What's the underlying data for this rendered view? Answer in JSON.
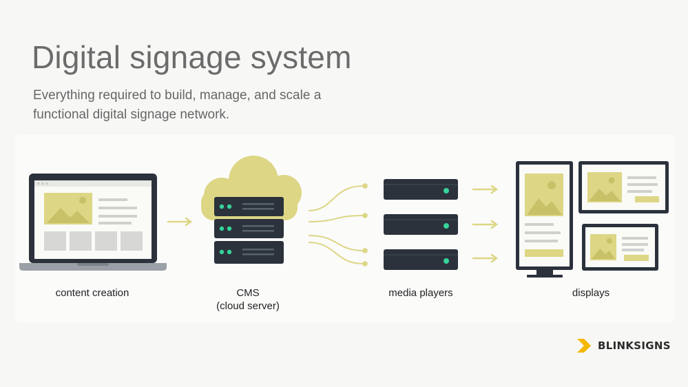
{
  "header": {
    "title": "Digital signage system",
    "subtitle": "Everything required to build, manage, and scale a functional digital signage network."
  },
  "stages": {
    "content_creation": "content creation",
    "cms_line1": "CMS",
    "cms_line2": "(cloud server)",
    "media_players": "media players",
    "displays": "displays"
  },
  "brand": {
    "name": "BLINKSIGNS"
  },
  "colors": {
    "accent_yellow": "#ddd685",
    "server_dark": "#2b323c",
    "led_green": "#36d39a",
    "brand_yellow": "#f5b800"
  }
}
